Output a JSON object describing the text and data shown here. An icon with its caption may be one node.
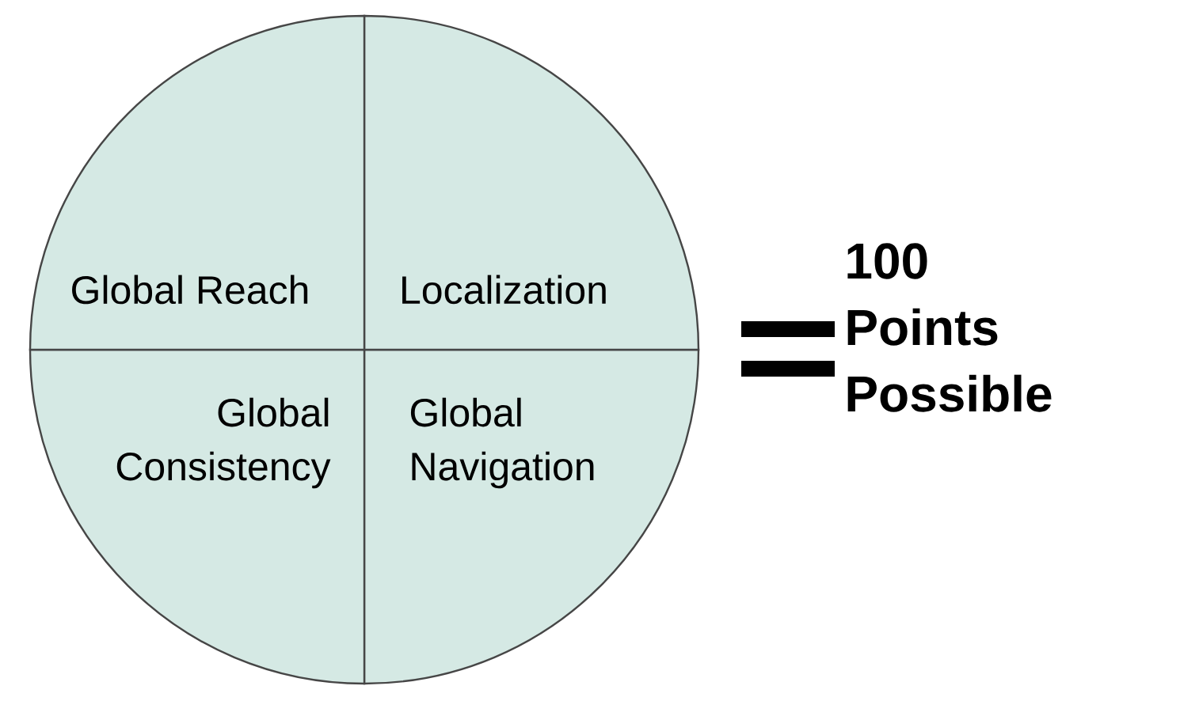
{
  "diagram": {
    "nodes": [
      {
        "text": [
          "Global Reach"
        ]
      },
      {
        "text": [
          "Localization"
        ]
      },
      {
        "text": [
          "Global Consistency"
        ]
      },
      {
        "text": [
          "Global Navigation"
        ]
      }
    ],
    "labels": [
      "100 Points Possible"
    ]
  }
}
